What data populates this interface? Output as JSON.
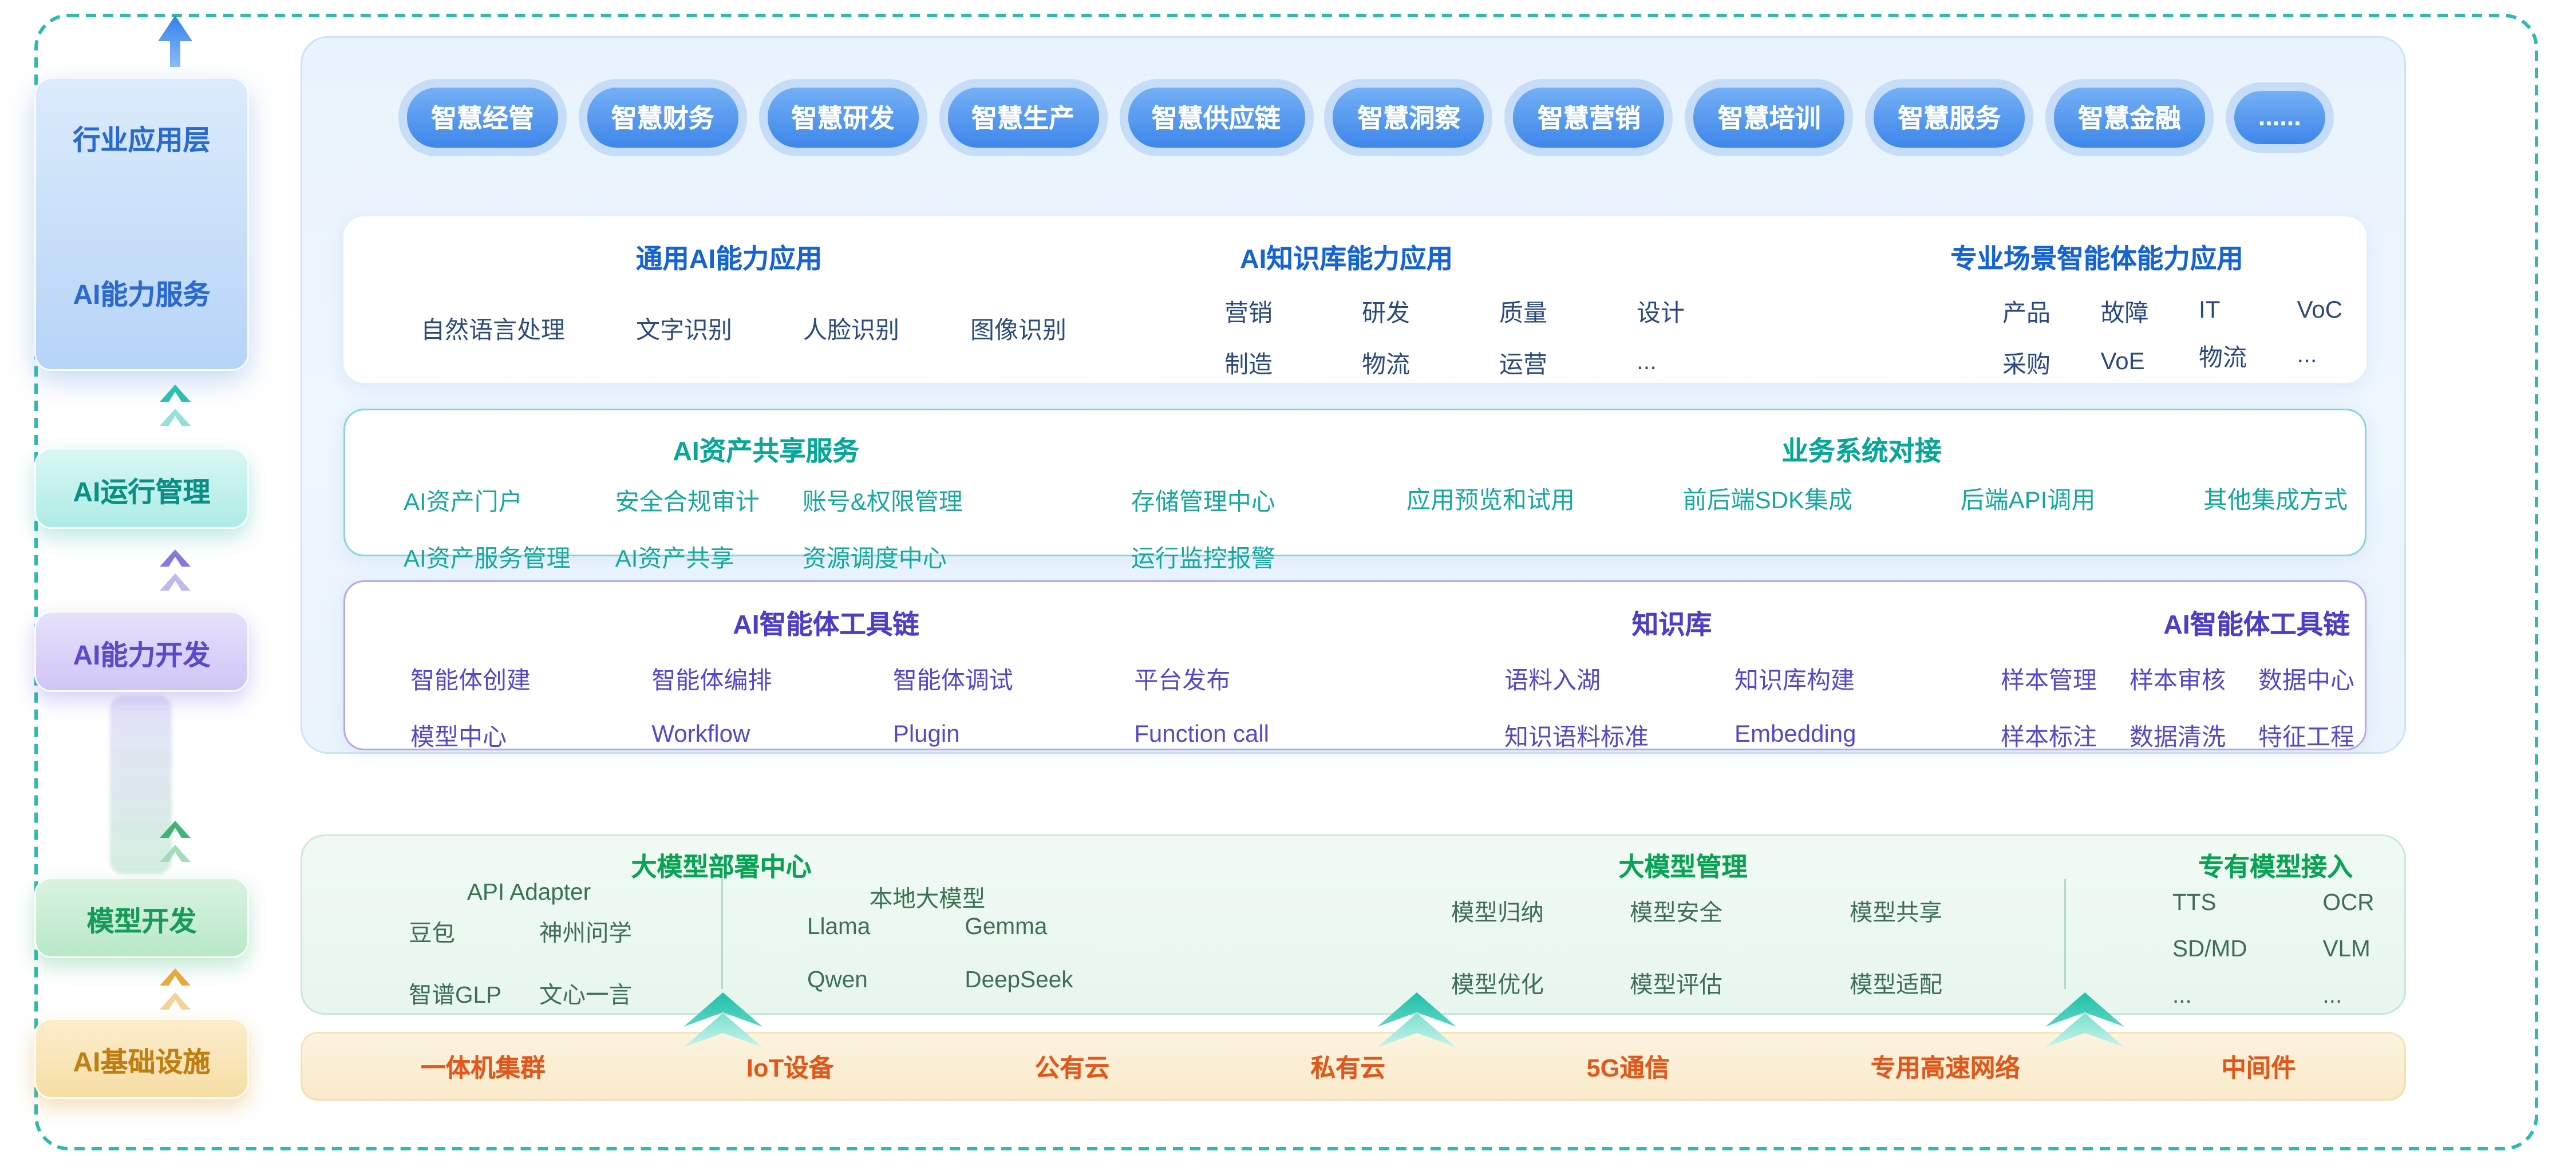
{
  "colors": {
    "frame_border": "#2dbab0",
    "blue_accent": "#1663d6",
    "teal_accent": "#09a79a",
    "purple_accent": "#4b3ec8",
    "green_accent": "#0aa355",
    "orange_accent": "#e2581c"
  },
  "sidebar": {
    "app_layer_box": {
      "top_label": "行业应用层",
      "bottom_label": "AI能力服务"
    },
    "run_mgmt_label": "AI运行管理",
    "dev_label": "AI能力开发",
    "model_dev_label": "模型开发",
    "infra_label": "AI基础设施"
  },
  "industry_pills": [
    "智慧经管",
    "智慧财务",
    "智慧研发",
    "智慧生产",
    "智慧供应链",
    "智慧洞察",
    "智慧营销",
    "智慧培训",
    "智慧服务",
    "智慧金融",
    "......"
  ],
  "ai_capability_card": {
    "general": {
      "title": "通用AI能力应用",
      "items": [
        "自然语言处理",
        "文字识别",
        "人脸识别",
        "图像识别"
      ]
    },
    "knowledge": {
      "title": "AI知识库能力应用",
      "columns": [
        [
          "营销",
          "制造"
        ],
        [
          "研发",
          "物流"
        ],
        [
          "质量",
          "运营"
        ],
        [
          "设计",
          "..."
        ]
      ]
    },
    "agent_scene": {
      "title": "专业场景智能体能力应用",
      "columns": [
        [
          "产品",
          "采购"
        ],
        [
          "故障",
          "VoE"
        ],
        [
          "IT",
          "物流"
        ],
        [
          "VoC",
          "..."
        ]
      ]
    }
  },
  "asset_card": {
    "share": {
      "title": "AI资产共享服务",
      "columns": [
        [
          "AI资产门户",
          "AI资产服务管理"
        ],
        [
          "安全合规审计",
          "AI资产共享"
        ],
        [
          "账号&权限管理",
          "资源调度中心"
        ],
        [
          "存储管理中心",
          "运行监控报警"
        ]
      ]
    },
    "integration": {
      "title": "业务系统对接",
      "items": [
        "应用预览和试用",
        "前后端SDK集成",
        "后端API调用",
        "其他集成方式"
      ]
    }
  },
  "toolchain_card": {
    "agent_tools": {
      "title": "AI智能体工具链",
      "columns": [
        [
          "智能体创建",
          "模型中心"
        ],
        [
          "智能体编排",
          "Workflow"
        ],
        [
          "智能体调试",
          "Plugin"
        ],
        [
          "平台发布",
          "Function call"
        ]
      ]
    },
    "knowledge_base": {
      "title": "知识库",
      "columns": [
        [
          "语料入湖",
          "知识语料标准"
        ],
        [
          "知识库构建",
          "Embedding"
        ]
      ]
    },
    "data_tools": {
      "title": "AI智能体工具链",
      "columns": [
        [
          "样本管理",
          "样本标注"
        ],
        [
          "样本审核",
          "数据清洗"
        ],
        [
          "数据中心",
          "特征工程"
        ]
      ]
    }
  },
  "model_panel": {
    "deploy": {
      "title": "大模型部署中心",
      "api_adapter": {
        "label": "API Adapter",
        "columns": [
          [
            "豆包",
            "智谱GLP"
          ],
          [
            "神州问学",
            "文心一言"
          ]
        ]
      },
      "local_models": {
        "label": "本地大模型",
        "columns": [
          [
            "Llama",
            "Qwen"
          ],
          [
            "Gemma",
            "DeepSeek"
          ]
        ]
      }
    },
    "management": {
      "title": "大模型管理",
      "columns": [
        [
          "模型归纳",
          "模型优化"
        ],
        [
          "模型安全",
          "模型评估"
        ],
        [
          "模型共享",
          "模型适配"
        ]
      ]
    },
    "proprietary": {
      "title": "专有模型接入",
      "columns": [
        [
          "TTS",
          "SD/MD",
          "..."
        ],
        [
          "OCR",
          "VLM",
          "..."
        ]
      ]
    }
  },
  "infrastructure": [
    "一体机集群",
    "IoT设备",
    "公有云",
    "私有云",
    "5G通信",
    "专用高速网络",
    "中间件"
  ]
}
